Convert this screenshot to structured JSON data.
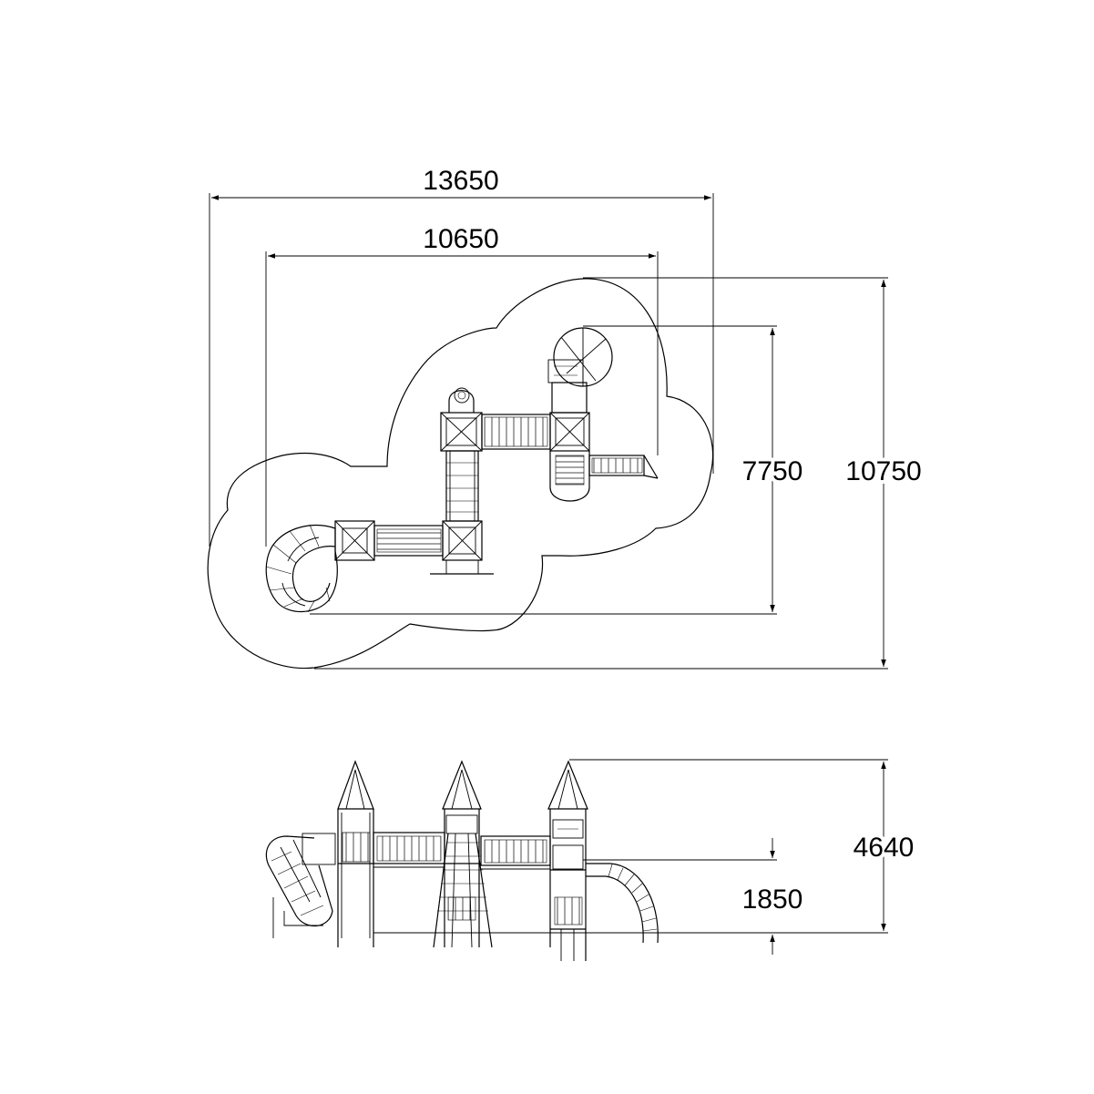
{
  "dimensions": {
    "overall_width": "13650",
    "structure_width": "10650",
    "structure_depth": "7750",
    "overall_depth": "10750",
    "overall_height": "4640",
    "platform_height": "1850"
  }
}
